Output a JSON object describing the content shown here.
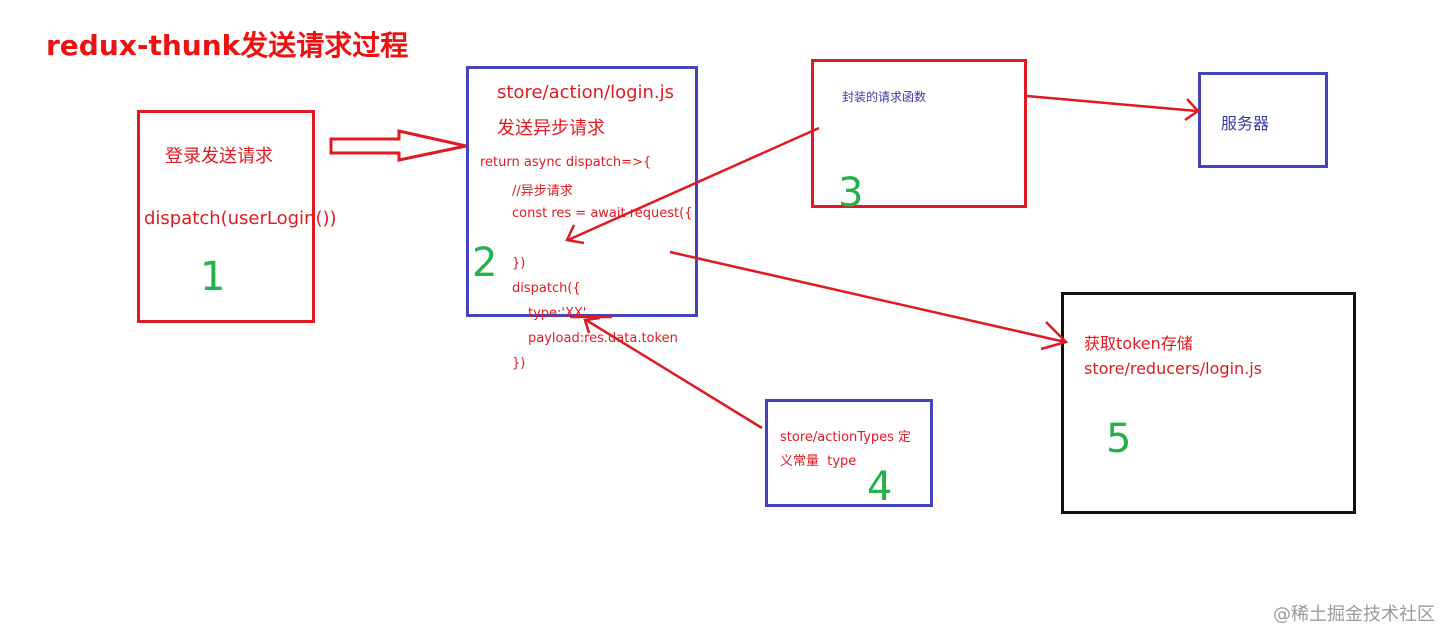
{
  "title": "redux-thunk发送请求过程",
  "box1": {
    "label": "登录发送请求",
    "code": "dispatch(userLogin())",
    "number": "1"
  },
  "box2": {
    "path": "store/action/login.js",
    "desc": "发送异步请求",
    "number": "2",
    "code": [
      "return async dispatch=>{",
      "//异步请求",
      "const res = await request({",
      "})",
      "dispatch({",
      "type:'XX',",
      "payload:res.data.token",
      "})"
    ]
  },
  "box3": {
    "label": "封装的请求函数",
    "number": "3"
  },
  "server": {
    "label": "服务器"
  },
  "box4": {
    "line1": "store/actionTypes 定",
    "line2": "义常量  type",
    "number": "4"
  },
  "box5": {
    "line1": "获取token存储",
    "line2": "store/reducers/login.js",
    "number": "5"
  },
  "watermark": "@稀土掘金技术社区",
  "colors": {
    "red": "#e01a22",
    "blue": "#4444bb",
    "green": "#22b24c",
    "black": "#111111"
  }
}
